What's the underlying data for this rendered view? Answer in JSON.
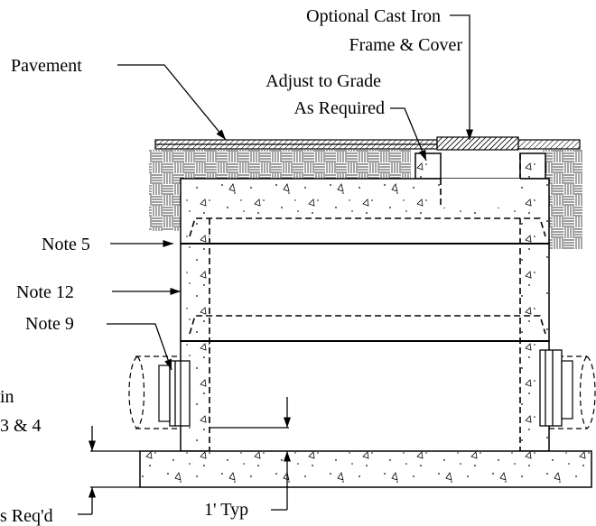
{
  "labels": {
    "cast_iron_line1": "Optional Cast Iron",
    "cast_iron_line2": "Frame & Cover",
    "pavement": "Pavement",
    "adjust_line1": "Adjust to Grade",
    "adjust_line2": "As Required",
    "note5": "Note 5",
    "note12": "Note 12",
    "note9": "Note 9",
    "left_cut_line1": "in",
    "left_cut_line2": "3 & 4",
    "typ": "1' Typ",
    "left_cut_bottom": "s Req'd"
  }
}
